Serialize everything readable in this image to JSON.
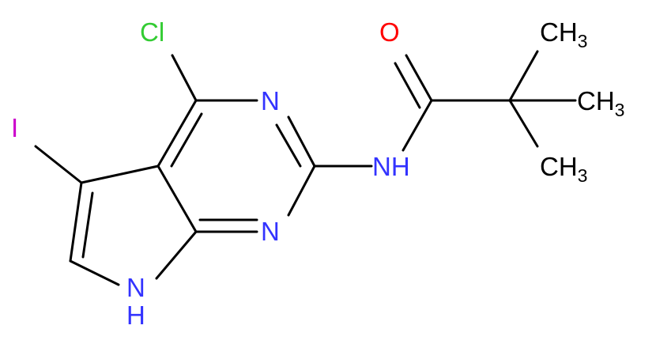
{
  "molecule": {
    "colors": {
      "bond": "#000000",
      "nitrogen": "#3333ff",
      "oxygen": "#ff0000",
      "chlorine": "#33cc33",
      "iodine": "#cc00cc",
      "carbon_label": "#000000"
    },
    "labels": {
      "cl": "Cl",
      "i": "I",
      "o": "O",
      "n_top": "N",
      "n_bottom": "N",
      "nh_amide": {
        "main": "NH"
      },
      "nh_pyrrole": {
        "main": "N",
        "h": "H"
      },
      "ch3_top": {
        "main": "CH",
        "sub": "3"
      },
      "ch3_mid": {
        "main": "CH",
        "sub": "3"
      },
      "ch3_bot": {
        "main": "CH",
        "sub": "3"
      }
    }
  }
}
